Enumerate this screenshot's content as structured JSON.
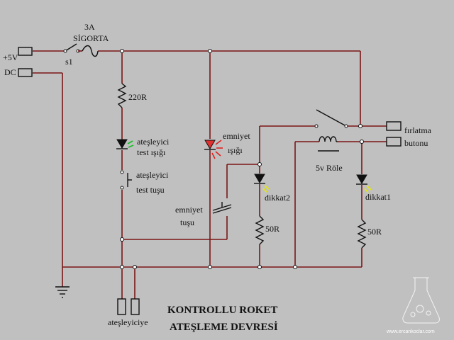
{
  "labels": {
    "supply_voltage": "+5V",
    "supply_type": "DC",
    "fuse_rating": "3A",
    "fuse_name": "SİGORTA",
    "switch_s1": "s1",
    "resistor_220": "220R",
    "igniter_test_light_1": "ateşleyici",
    "igniter_test_light_2": "test ışığı",
    "igniter_test_button_1": "ateşleyici",
    "igniter_test_button_2": "test tuşu",
    "safety_light_1": "emniyet",
    "safety_light_2": "ışığı",
    "safety_button_1": "emniyet",
    "safety_button_2": "tuşu",
    "warning2": "dikkat2",
    "resistor_50_a": "50R",
    "relay": "5v Röle",
    "warning1": "dikkat1",
    "resistor_50_b": "50R",
    "launch_1": "fırlatma",
    "launch_2": "butonu",
    "igniter": "ateşleyiciye"
  },
  "title": {
    "line1": "KONTROLLU ROKET",
    "line2": "ATEŞLEME DEVRESİ"
  },
  "watermark": "www.ercankoclar.com",
  "colors": {
    "background": "#c0c0c0",
    "wire": "#7a1616",
    "led_green": "#10c020",
    "led_yellow": "#e8e800",
    "led_red": "#e02020"
  }
}
